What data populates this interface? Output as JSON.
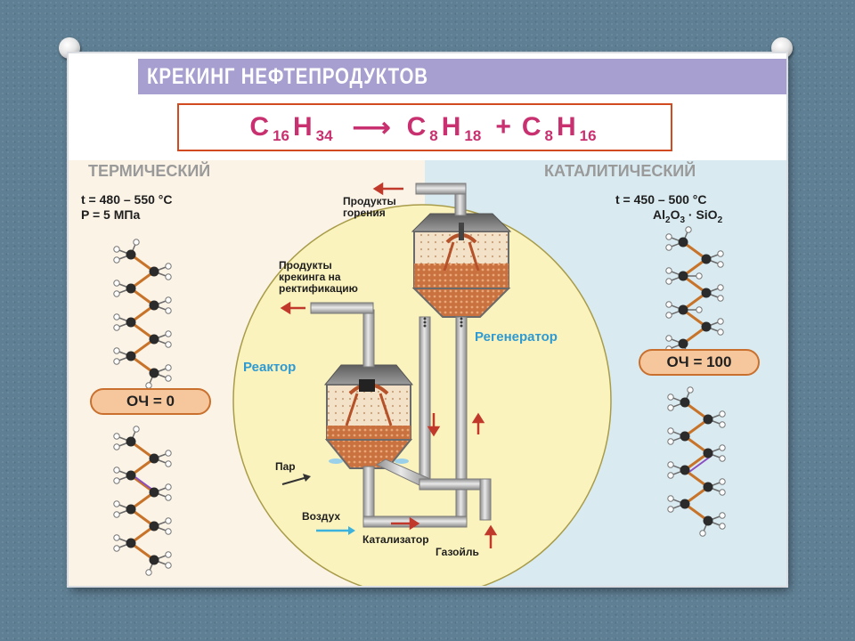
{
  "title": "КРЕКИНГ НЕФТЕПРОДУКТОВ",
  "equation": {
    "reactant": {
      "el1": "C",
      "sub1": "16",
      "el2": "H",
      "sub2": "34"
    },
    "product1": {
      "el1": "C",
      "sub1": "8",
      "el2": "H",
      "sub2": "18"
    },
    "plus": "+",
    "product2": {
      "el1": "C",
      "sub1": "8",
      "el2": "H",
      "sub2": "16"
    }
  },
  "thermal": {
    "heading": "ТЕРМИЧЕСКИЙ",
    "temp": "t = 480 – 550 °C",
    "pressure": "P = 5 МПа",
    "octane": "ОЧ = 0"
  },
  "catalytic": {
    "heading": "КАТАЛИТИЧЕСКИЙ",
    "temp": "t = 450 – 500 °C",
    "catalyst_a": "Al",
    "catalyst_a_sub": "2",
    "catalyst_b": "O",
    "catalyst_b_sub": "3",
    "catalyst_c": " · SiO",
    "catalyst_c_sub": "2",
    "octane": "ОЧ = 100"
  },
  "diagram": {
    "combustion_line1": "Продукты",
    "combustion_line2": "горения",
    "cracking_line1": "Продукты",
    "cracking_line2": "крекинга на",
    "cracking_line3": "ректификацию",
    "reactor": "Реактор",
    "regenerator": "Регенератор",
    "steam": "Пар",
    "air": "Воздух",
    "catalyst": "Катализатор",
    "gasoil": "Газойль"
  },
  "colors": {
    "title_bar": "#a79fcf",
    "formula_text": "#c8306f",
    "formula_border": "#d24a1f",
    "ellipse": "#fbf3bd",
    "arrow_red": "#c0392b",
    "label_blue": "#2f9ad1"
  }
}
